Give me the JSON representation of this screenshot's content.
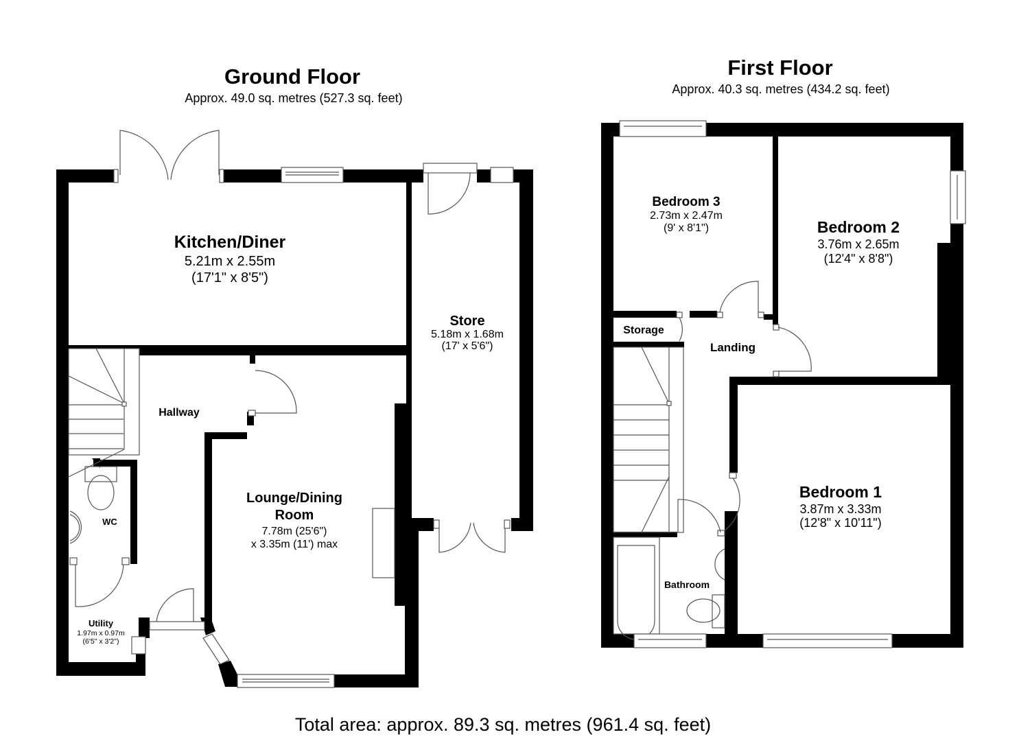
{
  "ground_floor": {
    "title": "Ground Floor",
    "area": "Approx. 49.0 sq. metres (527.3 sq. feet)",
    "rooms": {
      "kitchen": {
        "name": "Kitchen/Diner",
        "dim_m": "5.21m x 2.55m",
        "dim_ft": "(17'1\" x 8'5\")"
      },
      "store": {
        "name": "Store",
        "dim_m": "5.18m x 1.68m",
        "dim_ft": "(17' x 5'6\")"
      },
      "hallway": {
        "name": "Hallway"
      },
      "lounge": {
        "name_line1": "Lounge/Dining",
        "name_line2": "Room",
        "dim_line1": "7.78m (25'6\")",
        "dim_line2": "x 3.35m (11') max"
      },
      "wc": {
        "name": "WC"
      },
      "utility": {
        "name": "Utility",
        "dim_m": "1.97m x 0.97m",
        "dim_ft": "(6'5\" x 3'2\")"
      }
    }
  },
  "first_floor": {
    "title": "First Floor",
    "area": "Approx. 40.3 sq. metres (434.2 sq. feet)",
    "rooms": {
      "bedroom3": {
        "name": "Bedroom 3",
        "dim_m": "2.73m x 2.47m",
        "dim_ft": "(9' x 8'1\")"
      },
      "bedroom2": {
        "name": "Bedroom 2",
        "dim_m": "3.76m x 2.65m",
        "dim_ft": "(12'4\" x 8'8\")"
      },
      "storage": {
        "name": "Storage"
      },
      "landing": {
        "name": "Landing"
      },
      "bedroom1": {
        "name": "Bedroom 1",
        "dim_m": "3.87m x 3.33m",
        "dim_ft": "(12'8\" x 10'11\")"
      },
      "bathroom": {
        "name": "Bathroom"
      }
    }
  },
  "total_area": "Total area: approx. 89.3 sq. metres (961.4 sq. feet)",
  "colors": {
    "wall": "#000000",
    "background": "#ffffff",
    "fixture_line": "#555555"
  }
}
